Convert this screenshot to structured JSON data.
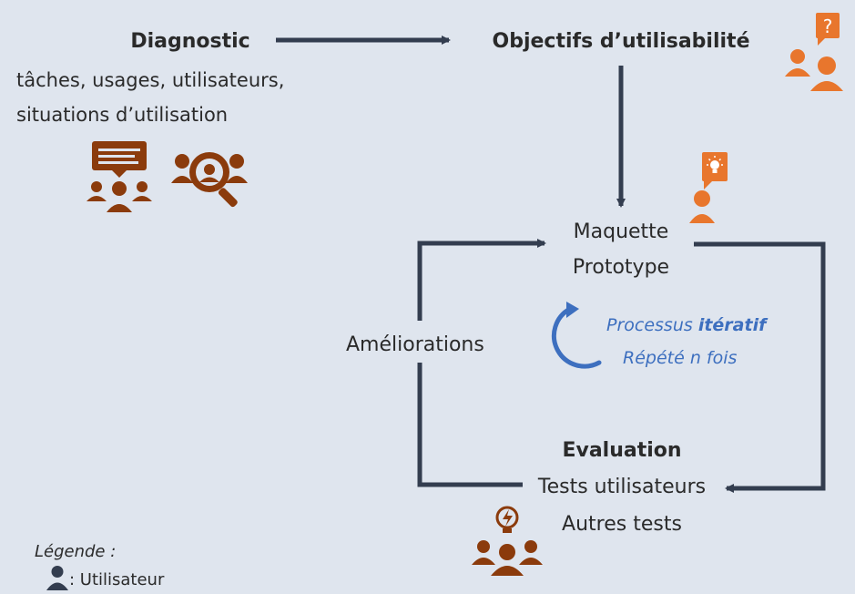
{
  "colors": {
    "background": "#dfe5ee",
    "arrow": "#333d4f",
    "brown": "#8b3b0c",
    "orange": "#e8762d",
    "blue": "#3d6fbf",
    "text": "#2a2a2a"
  },
  "diagnostic": {
    "title": "Diagnostic",
    "line1": "tâches, usages, utilisateurs,",
    "line2": "situations d’utilisation",
    "icons": [
      "discussion-group-icon",
      "user-search-icon"
    ]
  },
  "objectives": {
    "title": "Objectifs d’utilisabilité",
    "icon": "users-question-icon",
    "badge": "?"
  },
  "prototype": {
    "line1": "Maquette",
    "line2": "Prototype",
    "icon": "user-idea-icon"
  },
  "iteration": {
    "prefix": "Processus ",
    "emphasis": "itératif",
    "line2": "Répété n fois",
    "icon": "cycle-arrow-icon"
  },
  "improvements": {
    "label": "Améliorations"
  },
  "evaluation": {
    "title": "Evaluation",
    "line1": "Tests utilisateurs",
    "line2": "Autres tests",
    "icon": "group-idea-icon"
  },
  "legend": {
    "title": "Légende :",
    "entry": ": Utilisateur",
    "icon": "user-icon"
  }
}
